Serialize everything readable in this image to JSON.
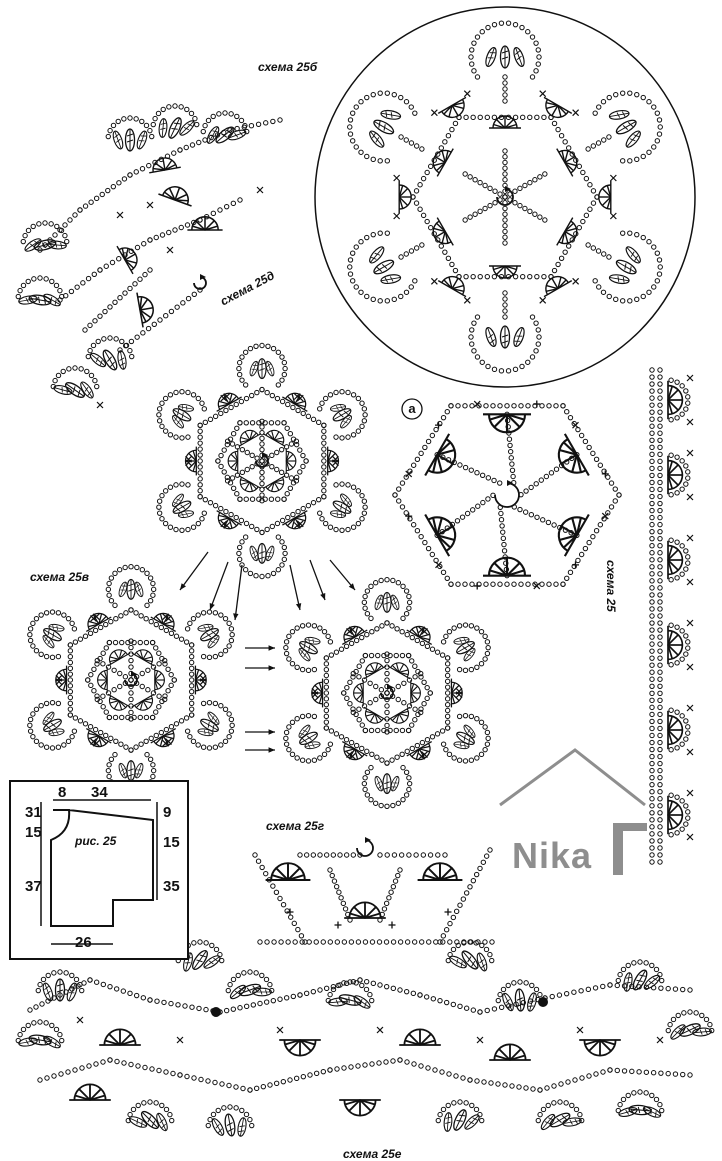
{
  "labels": {
    "scheme_b": "схема 25б",
    "scheme_d": "схема 25д",
    "scheme_v": "схема 25в",
    "scheme_g": "схема 25г",
    "scheme_e": "схема 25е",
    "scheme_main": "схема 25",
    "motif_a": "а",
    "figure": "рис. 25"
  },
  "pattern": {
    "dims": {
      "top_left": "8",
      "top_right": "34",
      "left_top": "31",
      "left_mid": "15",
      "left_bottom": "37",
      "right_top": "9",
      "right_mid": "15",
      "right_bottom": "35",
      "bottom": "26"
    }
  },
  "watermark": "Nika",
  "colors": {
    "ink": "#111111",
    "watermark": "#8e8e8e",
    "background": "#ffffff"
  }
}
